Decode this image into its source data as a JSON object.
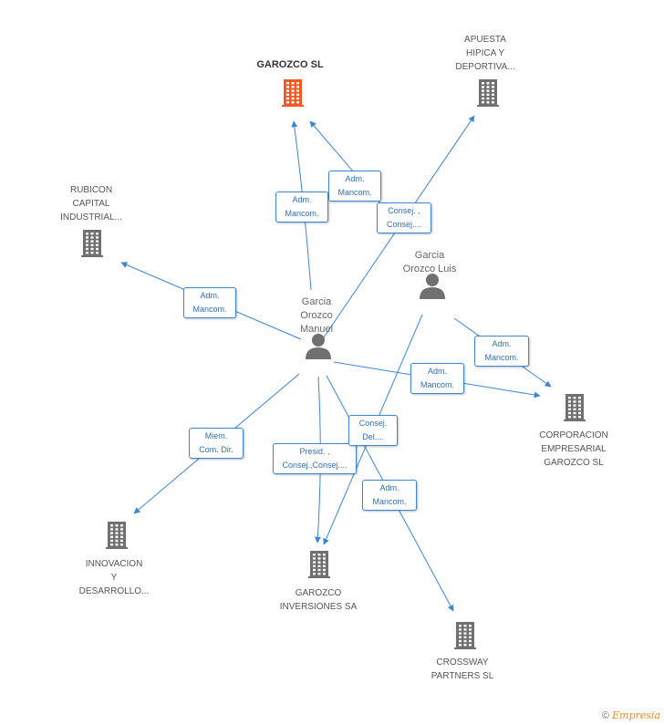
{
  "graph": {
    "companies": [
      {
        "id": "garozco-sl",
        "name": "GAROZCO SL",
        "highlight": true,
        "color": "#f15a24"
      },
      {
        "id": "apuesta",
        "name": "APUESTA\nHIPICA Y\nDEPORTIVA...",
        "highlight": false,
        "color": "#707070"
      },
      {
        "id": "rubicon",
        "name": "RUBICON\nCAPITAL\nINDUSTRIAL...",
        "highlight": false,
        "color": "#707070"
      },
      {
        "id": "corporacion",
        "name": "CORPORACION\nEMPRESARIAL\nGAROZCO SL",
        "highlight": false,
        "color": "#707070"
      },
      {
        "id": "innovacion",
        "name": "INNOVACION\nY\nDESARROLLO...",
        "highlight": false,
        "color": "#707070"
      },
      {
        "id": "garozco-inv",
        "name": "GAROZCO\nINVERSIONES SA",
        "highlight": false,
        "color": "#707070"
      },
      {
        "id": "crossway",
        "name": "CROSSWAY\nPARTNERS SL",
        "highlight": false,
        "color": "#707070"
      }
    ],
    "persons": [
      {
        "id": "manuel",
        "name": "Garcia\nOrozco\nManuel"
      },
      {
        "id": "luis",
        "name": "Garcia\nOrozco Luis"
      }
    ],
    "edges": [
      {
        "id": "e1",
        "label": "Adm.\nMancom."
      },
      {
        "id": "e2",
        "label": "Adm.\nMancom."
      },
      {
        "id": "e3",
        "label": "Consej. ,\nConsej...."
      },
      {
        "id": "e4",
        "label": "Adm.\nMancom."
      },
      {
        "id": "e5",
        "label": "Adm.\nMancom."
      },
      {
        "id": "e6",
        "label": "Adm.\nMancom."
      },
      {
        "id": "e7",
        "label": "Miem.\nCom. Dir."
      },
      {
        "id": "e8",
        "label": "Presid. ,\nConsej.,Consej...."
      },
      {
        "id": "e9",
        "label": "Consej.\nDel...."
      },
      {
        "id": "e10",
        "label": "Adm.\nMancom."
      }
    ]
  },
  "colors": {
    "edge": "#3b86d6",
    "icon": "#707070",
    "highlight": "#f15a24"
  },
  "footer": {
    "copyright": "©",
    "brand": "Empresia"
  }
}
